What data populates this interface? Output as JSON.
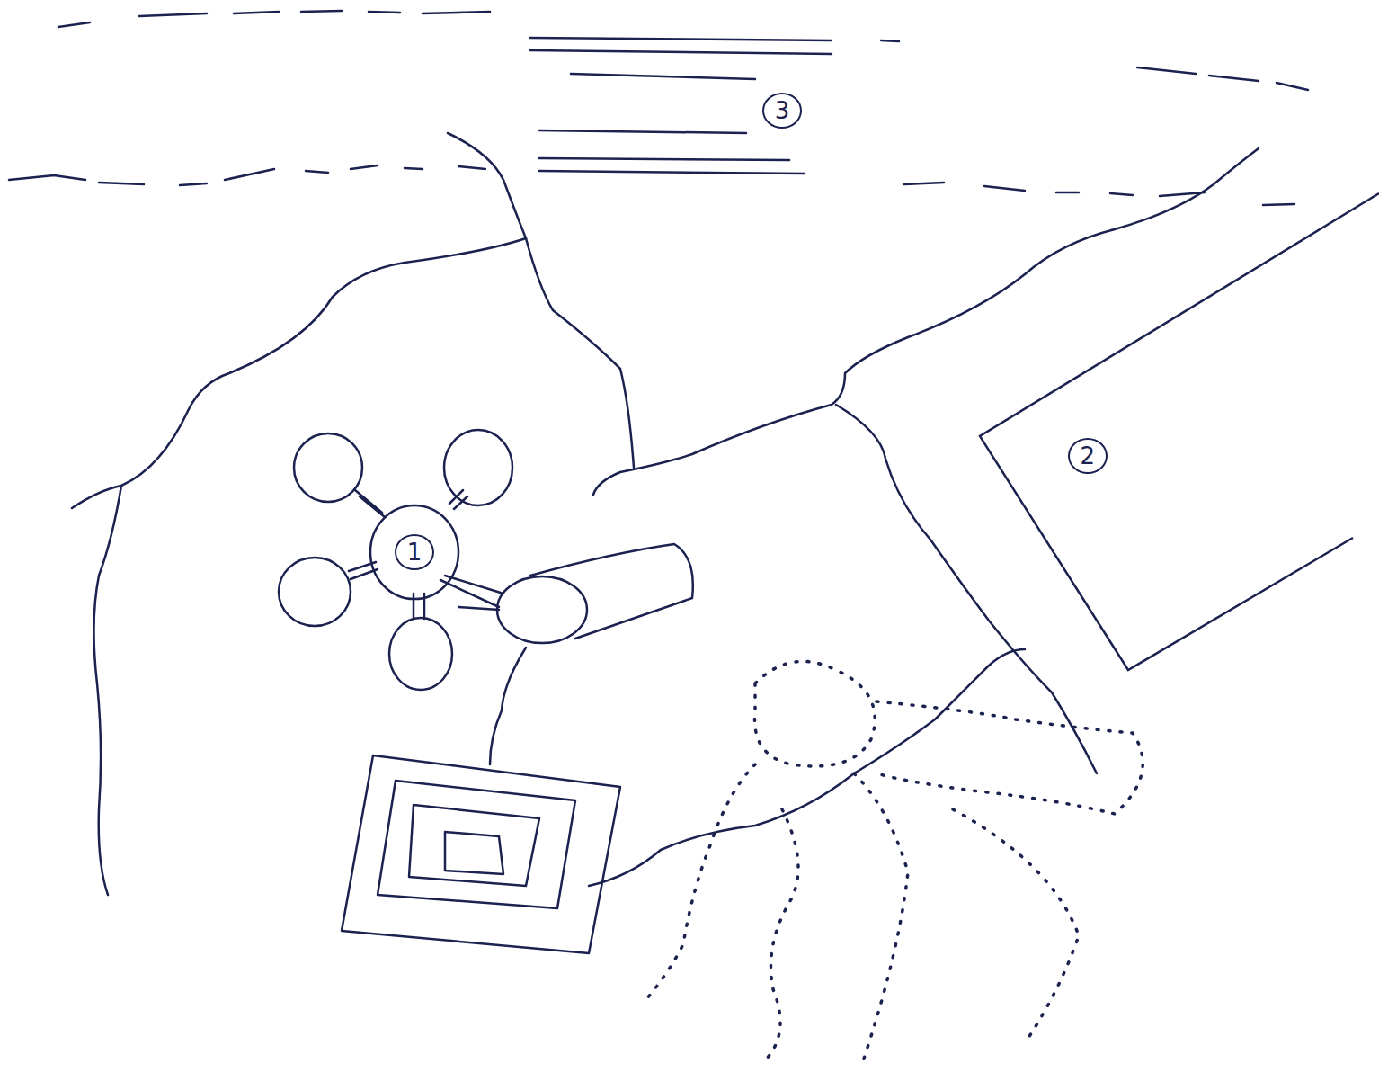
{
  "diagram": {
    "nodes": [
      {
        "text": [
          "1"
        ]
      },
      {
        "text": [
          "2"
        ]
      }
    ],
    "labels": [
      "3"
    ]
  }
}
